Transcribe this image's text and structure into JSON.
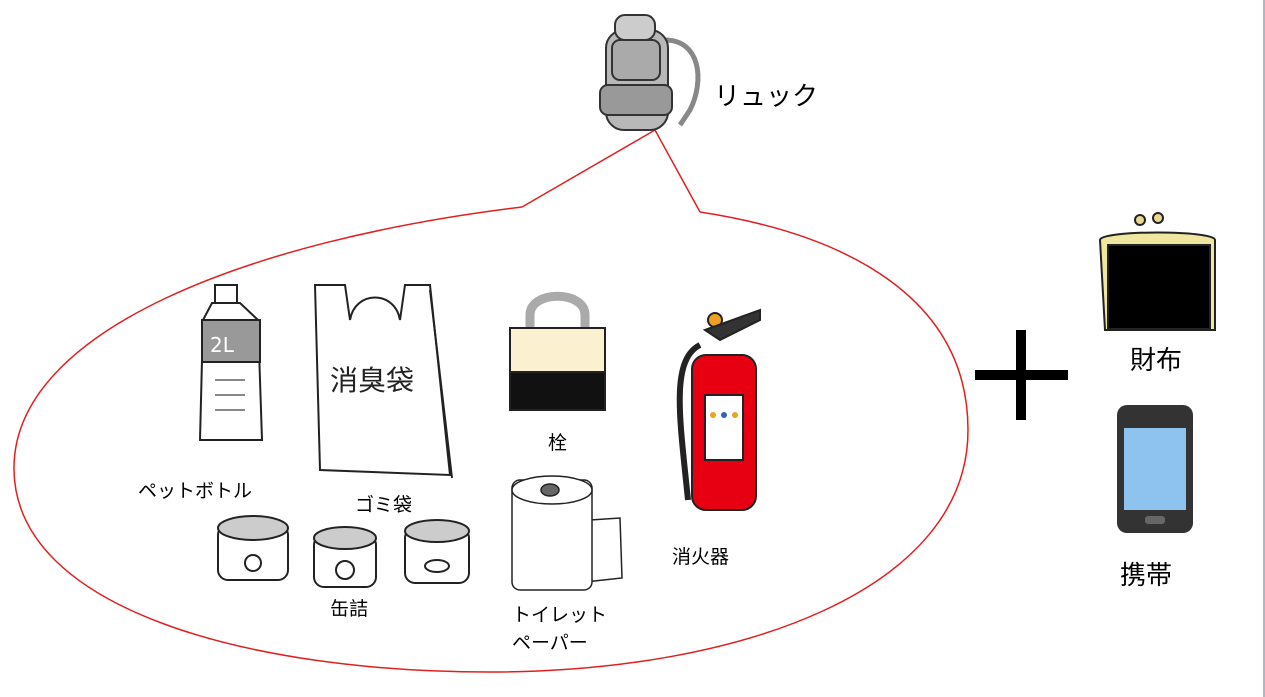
{
  "backpack": {
    "label": "リュック"
  },
  "items": {
    "bottle": {
      "label": "ペットボトル",
      "bottle_text": "2L"
    },
    "bag": {
      "label": "ゴミ袋",
      "bag_text": "消臭袋"
    },
    "plug": {
      "label": "栓"
    },
    "extinguisher": {
      "label": "消火器"
    },
    "toilet_paper": {
      "label_line1": "トイレット",
      "label_line2": "ペーパー"
    },
    "cans": {
      "label": "缶詰"
    }
  },
  "plus_sign": "+",
  "extras": {
    "wallet": {
      "label": "財布"
    },
    "phone": {
      "label": "携帯"
    }
  },
  "colors": {
    "bubble_outline": "#e02020",
    "extinguisher": "#e60012",
    "phone_screen": "#8fc3ef"
  }
}
